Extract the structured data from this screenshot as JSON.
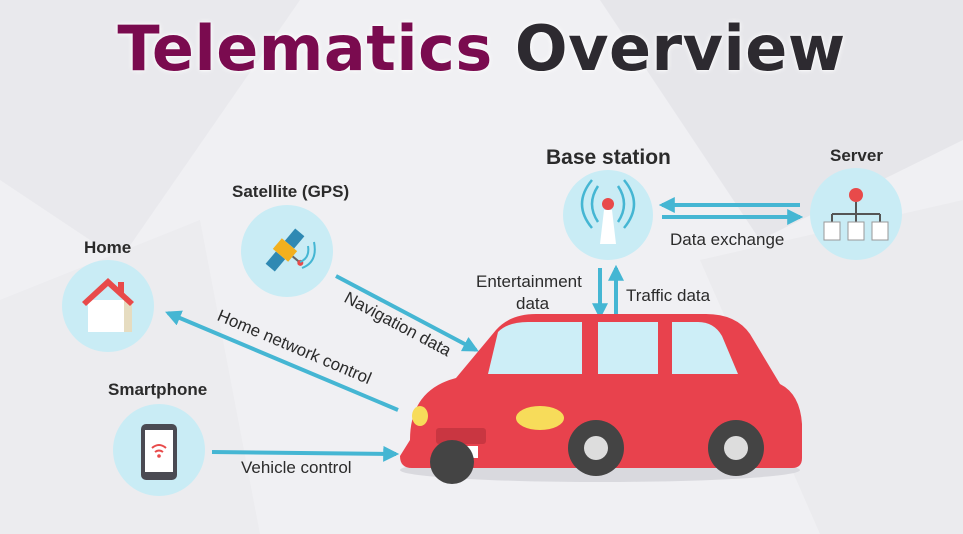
{
  "title": {
    "word1": "Telematics",
    "word2": "Overview"
  },
  "nodes": {
    "home": "Home",
    "satellite": "Satellite (GPS)",
    "base_station": "Base station",
    "server": "Server",
    "smartphone": "Smartphone"
  },
  "edges": {
    "navigation": "Navigation data",
    "home_control": "Home network control",
    "vehicle_control": "Vehicle control",
    "entertainment_line1": "Entertainment",
    "entertainment_line2": "data",
    "traffic": "Traffic data",
    "data_exchange": "Data exchange"
  },
  "colors": {
    "arrow": "#45b6d3",
    "node_fill": "#c9ecf5",
    "title_word1": "#7a0b4f",
    "title_word2": "#2d2a30",
    "car_body": "#e8424d"
  },
  "icons": [
    "house-icon",
    "satellite-icon",
    "signal-tower-icon",
    "server-network-icon",
    "smartphone-wifi-icon",
    "car-icon"
  ]
}
